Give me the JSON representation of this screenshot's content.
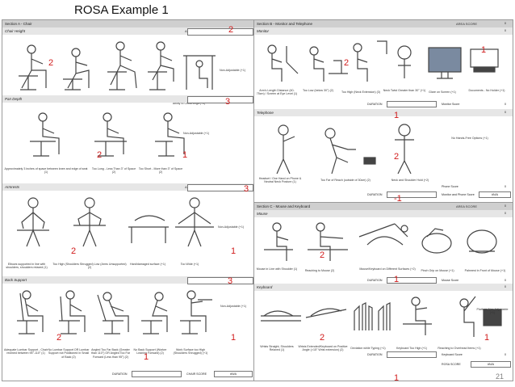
{
  "title": "ROSA Example 1",
  "page_number": "21",
  "section_a": {
    "header": "Section A - Chair",
    "area_score_label": "AREA SCORE",
    "chair_height": {
      "label": "Chair Height",
      "captions": [
        "Knees at 90° (1)",
        "Too low - Knee Angle <90° (2)",
        "Too High - Knee Angle >90°(2)",
        "No foot contact on ground (3)",
        "Insufficient Space Under Desk - Ability to Cross Legs (+1)",
        "Non-Adjustable (+1)"
      ]
    },
    "pan_depth": {
      "label": "Pan Depth",
      "captions": [
        "Approximately 3 inches of space between knee and edge of seat (1)",
        "Too Long - Less Than 3\" of Space (2)",
        "Too Short - More than 3\" of Space (2)",
        "Non-Adjustable (+1)"
      ]
    },
    "armrests": {
      "label": "Armrests",
      "captions": [
        "Elbows supported in line with shoulders, shoulders relaxed (1)",
        "Too High (Shoulders Shrugged) Low (Arms Unsupported) (2)",
        "Hard/damaged surface (+1)",
        "Too Wide (+1)",
        "Non-Adjustable (+1)"
      ]
    },
    "back_support": {
      "label": "Back Support",
      "captions": [
        "Adequate Lumbar Support - Chair reclined between 95°-110° (1)",
        "No Lumbar Support OR Lumbar Support not Positioned in Small of Back (2)",
        "Angled Too Far Back (Greater than 110°) OR Angled Too Far Forward (Less than 95°) (2)",
        "No Back Support (Worker Leaning Forward) (2)",
        "Work Surface too High (Shoulders Shrugged) (+1)",
        "Non-Adjustable (+1)"
      ]
    },
    "footer": {
      "duration_label": "DURATION",
      "chair_score_label": "CHAIR SCORE",
      "chair_score_value": "#N/A"
    }
  },
  "section_b": {
    "header": "Section B - Monitor and Telephone",
    "area_score_label": "AREA SCORE",
    "area_score_value": "0",
    "monitor": {
      "label": "Monitor",
      "captions": [
        "Arm's Length Distance (40-75cm) / Screen at Eye Level (1)",
        "Too Low (below 30°) (2)",
        "Too High (Neck Extension) (3)",
        "Neck Twist Greater than 30° (+1)",
        "Glare on Screen (+1)",
        "Documents - No Holder (+1)"
      ]
    },
    "monitor_footer": {
      "duration_label": "DURATION",
      "score_label": "Monitor Score",
      "score_value": "0"
    },
    "telephone": {
      "label": "Telephone",
      "captions": [
        "Headset / One Hand on Phone & Neutral Neck Posture (1)",
        "Too Far of Reach (outside of 30cm) (2)",
        "Neck and Shoulder Hold (+2)",
        "No Hands-Free Options (+1)"
      ]
    },
    "phone_footer": {
      "duration_label": "DURATION",
      "score_label": "Phone Score",
      "score_value": "0",
      "monitor_phone_label": "Monitor and Phone Score",
      "monitor_phone_value": "#N/A"
    }
  },
  "section_c": {
    "header": "Section C - Mouse and Keyboard",
    "area_score_label": "AREA SCORE",
    "area_score_value": "0",
    "mouse": {
      "label": "Mouse",
      "captions": [
        "Mouse in Line with Shoulder (1)",
        "Reaching to Mouse (2)",
        "Mouse/Keyboard on Different Surfaces (+2)",
        "Pinch Grip on Mouse (+1)",
        "Palmrest in Front of Mouse (+1)"
      ]
    },
    "mouse_footer": {
      "duration_label": "DURATION",
      "score_label": "Mouse Score",
      "score_value": "0"
    },
    "keyboard": {
      "label": "Keyboard",
      "captions": [
        "Wrists Straight, Shoulders Relaxed (1)",
        "Wrists Extended/Keyboard on Positive Angle (>15° Wrist extension) (2)",
        "Deviation while Typing (+1)",
        "Keyboard Too High (+1)",
        "Reaching to Overhead Items (+1)",
        "Platform Non-Adjustable (+1)"
      ]
    },
    "keyboard_footer": {
      "duration_label": "DURATION",
      "score_label": "Keyboard Score",
      "score_value": "0",
      "area_label": "ROSA SCORE",
      "area_value": "#N/A"
    }
  },
  "annotations": {
    "chair_height_area": "2",
    "chair_height_row": "2",
    "pan_depth_area": "3",
    "pan_depth_a": "2",
    "pan_depth_b": "1",
    "armrest_area": "3",
    "armrest_a": "2",
    "armrest_b": "1",
    "back_area": "3",
    "back_a": "2",
    "back_b": "1",
    "chair_duration": "1",
    "monitor_a": "2",
    "monitor_b": "1",
    "monitor_duration": "1",
    "phone_a": "2",
    "phone_duration": "-1",
    "mouse_a": "2",
    "mouse_duration": "1",
    "keyboard_a": "2",
    "keyboard_b": "1",
    "keyboard_duration": "1"
  },
  "colors": {
    "annotation": "#d11b1b",
    "header": "#cfcfcf",
    "border": "#9a9a9a"
  }
}
